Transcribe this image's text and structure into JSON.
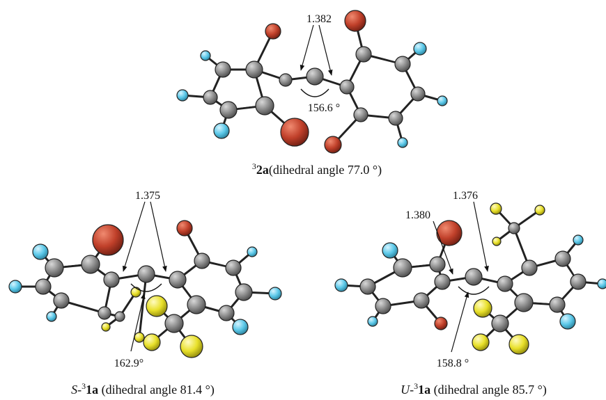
{
  "colors": {
    "carbon": "#8a8a8a",
    "oxygen": "#c0402a",
    "fluorine": "#5bc8e8",
    "cf3_fluorine": "#e8e02a",
    "bond": "#222222"
  },
  "molecules": [
    {
      "id": "2a",
      "bond_label": "1.382",
      "angle_label": "156.6 °",
      "caption": {
        "prefix": "",
        "superscript": "3",
        "compound": "2a",
        "rest": "(dihedral angle 77.0 °)"
      }
    },
    {
      "id": "S-1a",
      "bond_label": "1.375",
      "angle_label": "162.9°",
      "caption": {
        "prefix": "S-",
        "superscript": "3",
        "compound": "1a",
        "rest": " (dihedral angle 81.4 °)"
      }
    },
    {
      "id": "U-1a",
      "bond_label_left": "1.380",
      "bond_label_right": "1.376",
      "angle_label": "158.8 °",
      "caption": {
        "prefix": "U-",
        "superscript": "3",
        "compound": "1a",
        "rest": " (dihedral angle 85.7 °)"
      }
    }
  ]
}
